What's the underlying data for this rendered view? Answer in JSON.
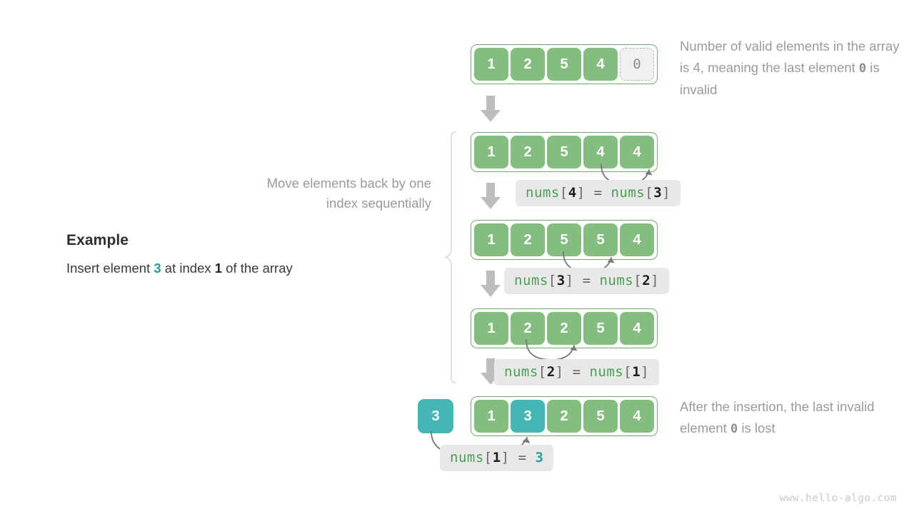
{
  "example": {
    "title": "Example",
    "desc_pre": "Insert element ",
    "desc_value": "3",
    "desc_mid": " at index ",
    "desc_index": "1",
    "desc_post": " of the array"
  },
  "captions": {
    "move_elements": "Move elements back by one index sequentially",
    "top_annotation_pre": "Number of valid elements in the array is 4, meaning the last element ",
    "top_annotation_mono": "0",
    "top_annotation_post": " is invalid",
    "bottom_annotation_pre": "After the insertion, the last invalid element ",
    "bottom_annotation_mono": "0",
    "bottom_annotation_post": " is lost"
  },
  "insert_box": {
    "value": "3"
  },
  "arrays": [
    {
      "name": "array-initial",
      "cells": [
        {
          "value": "1",
          "state": "valid"
        },
        {
          "value": "2",
          "state": "valid"
        },
        {
          "value": "5",
          "state": "valid"
        },
        {
          "value": "4",
          "state": "valid"
        },
        {
          "value": "0",
          "state": "invalid"
        }
      ]
    },
    {
      "name": "array-step-1",
      "cells": [
        {
          "value": "1",
          "state": "valid"
        },
        {
          "value": "2",
          "state": "valid"
        },
        {
          "value": "5",
          "state": "valid"
        },
        {
          "value": "4",
          "state": "valid"
        },
        {
          "value": "4",
          "state": "valid"
        }
      ]
    },
    {
      "name": "array-step-2",
      "cells": [
        {
          "value": "1",
          "state": "valid"
        },
        {
          "value": "2",
          "state": "valid"
        },
        {
          "value": "5",
          "state": "valid"
        },
        {
          "value": "5",
          "state": "valid"
        },
        {
          "value": "4",
          "state": "valid"
        }
      ]
    },
    {
      "name": "array-step-3",
      "cells": [
        {
          "value": "1",
          "state": "valid"
        },
        {
          "value": "2",
          "state": "valid"
        },
        {
          "value": "2",
          "state": "valid"
        },
        {
          "value": "5",
          "state": "valid"
        },
        {
          "value": "4",
          "state": "valid"
        }
      ]
    },
    {
      "name": "array-final",
      "cells": [
        {
          "value": "1",
          "state": "valid"
        },
        {
          "value": "3",
          "state": "teal"
        },
        {
          "value": "2",
          "state": "valid"
        },
        {
          "value": "5",
          "state": "valid"
        },
        {
          "value": "4",
          "state": "valid"
        }
      ]
    }
  ],
  "code_labels": [
    {
      "name": "code-label-step-1",
      "fn": "nums",
      "lb": "[",
      "idx": "4",
      "rb": "]",
      "eq": "=",
      "fn2": "nums",
      "lb2": "[",
      "idx2": "3",
      "rb2": "]"
    },
    {
      "name": "code-label-step-2",
      "fn": "nums",
      "lb": "[",
      "idx": "3",
      "rb": "]",
      "eq": "=",
      "fn2": "nums",
      "lb2": "[",
      "idx2": "2",
      "rb2": "]"
    },
    {
      "name": "code-label-step-3",
      "fn": "nums",
      "lb": "[",
      "idx": "2",
      "rb": "]",
      "eq": "=",
      "fn2": "nums",
      "lb2": "[",
      "idx2": "1",
      "rb2": "]"
    },
    {
      "name": "code-label-final",
      "fn": "nums",
      "lb": "[",
      "idx": "1",
      "rb": "]",
      "eq": "=",
      "val": "3"
    }
  ],
  "watermark": "www.hello-algo.com",
  "colors": {
    "green": "#85bd81",
    "green_border": "#6fae6a",
    "teal": "#46b6b4",
    "teal_text": "#279e8f",
    "gray_arrow": "#bdbdbd",
    "pill_bg": "#e8e8e8",
    "annotation_gray": "#9a9a9a",
    "code_green": "#4a9e52"
  }
}
